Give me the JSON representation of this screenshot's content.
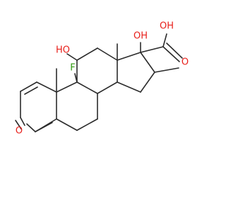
{
  "molecule": {
    "atom_labels": {
      "f": "F",
      "oh_c11": "HO",
      "oh_c17": "OH",
      "cooh_o": "O",
      "cooh_oh": "OH",
      "ketone_o": "O"
    },
    "colors": {
      "carbon_bond": "#2b2b2b",
      "oxygen": "#e8201b",
      "fluorine": "#2f9a0f"
    }
  }
}
